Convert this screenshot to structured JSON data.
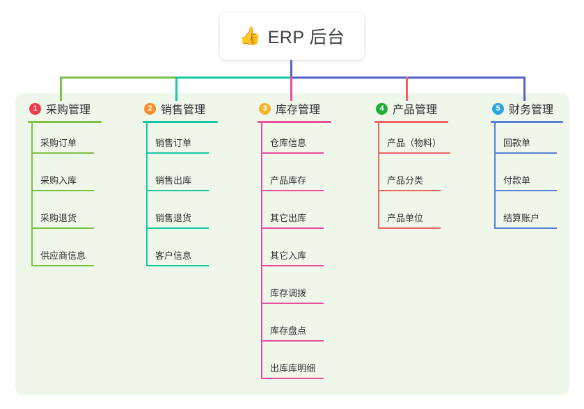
{
  "root": {
    "icon": "thumbs-up-icon",
    "icon_glyph": "👍",
    "title": "ERP 后台"
  },
  "panel": {
    "background": "#eef7ea"
  },
  "connectors": {
    "stem_color": "#5562c8",
    "segments": [
      {
        "name": "bus-green",
        "color": "#7cc144"
      },
      {
        "name": "bus-teal",
        "color": "#14c9a4"
      },
      {
        "name": "bus-blue",
        "color": "#5562c8"
      }
    ],
    "drops": [
      {
        "name": "drop-purchase",
        "color": "#7cc144"
      },
      {
        "name": "drop-sales",
        "color": "#14c9a4"
      },
      {
        "name": "drop-inventory",
        "color": "#ea4f9a"
      },
      {
        "name": "drop-product",
        "color": "#f2635f"
      },
      {
        "name": "drop-finance",
        "color": "#5562c8"
      }
    ]
  },
  "columns": [
    {
      "id": "purchase",
      "number": "1",
      "badge_color": "#f03b4e",
      "line_color": "#7cc144",
      "title": "采购管理",
      "items": [
        "采购订单",
        "采购入库",
        "采购退货",
        "供应商信息"
      ]
    },
    {
      "id": "sales",
      "number": "2",
      "badge_color": "#f6912e",
      "line_color": "#14c9a4",
      "title": "销售管理",
      "items": [
        "销售订单",
        "销售出库",
        "销售退货",
        "客户信息"
      ]
    },
    {
      "id": "inventory",
      "number": "3",
      "badge_color": "#f7b52c",
      "line_color": "#ea4f9a",
      "title": "库存管理",
      "items": [
        "仓库信息",
        "产品库存",
        "其它出库",
        "其它入库",
        "库存调拨",
        "库存盘点",
        "出库库明细"
      ]
    },
    {
      "id": "product",
      "number": "4",
      "badge_color": "#22ac38",
      "line_color": "#f2635f",
      "title": "产品管理",
      "items": [
        "产品（物料）",
        "产品分类",
        "产品单位"
      ]
    },
    {
      "id": "finance",
      "number": "5",
      "badge_color": "#2ba6e0",
      "line_color": "#5881d6",
      "title": "财务管理",
      "items": [
        "回款单",
        "付款单",
        "结算账户"
      ]
    }
  ]
}
